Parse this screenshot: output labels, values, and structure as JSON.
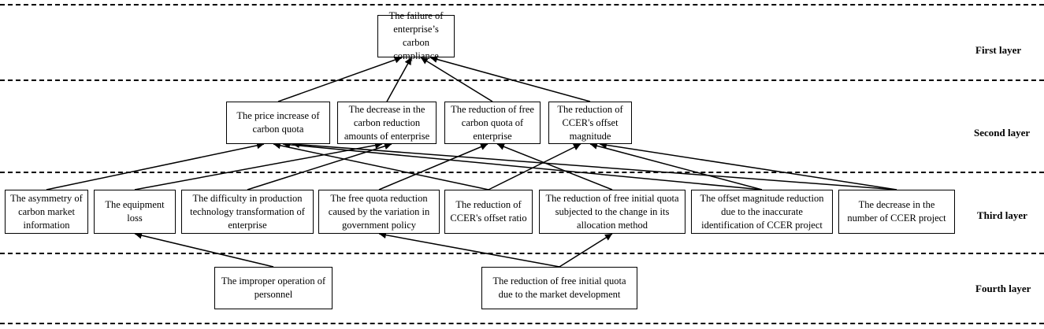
{
  "layers": {
    "first": "First layer",
    "second": "Second layer",
    "third": "Third layer",
    "fourth": "Fourth layer"
  },
  "nodes": {
    "root": "The failure of enterprise’s carbon compliance",
    "price_increase": "The price increase of carbon quota",
    "decrease_reduction_amounts": "The decrease in the carbon reduction amounts of enterprise",
    "reduction_free_quota": "The reduction of free carbon quota of enterprise",
    "reduction_ccer_magnitude": "The reduction of CCER's offset magnitude",
    "asymmetry_info": "The asymmetry of carbon market information",
    "equipment_loss": "The equipment loss",
    "difficulty_production": "The difficulty in production technology transformation of enterprise",
    "free_quota_policy": "The free quota reduction caused by the variation in government policy",
    "ccer_offset_ratio": "The reduction of CCER's offset ratio",
    "free_quota_allocation": "The reduction of free initial quota subjected to the change in its allocation method",
    "offset_identification": "The offset magnitude reduction due to the inaccurate identification of CCER project",
    "decrease_ccer_projects": "The decrease in the number of CCER project",
    "improper_operation": "The improper operation of personnel",
    "market_development": "The reduction of free initial quota due to the market development"
  },
  "edges": [
    {
      "from": "price_increase",
      "to": "root"
    },
    {
      "from": "decrease_reduction_amounts",
      "to": "root"
    },
    {
      "from": "reduction_free_quota",
      "to": "root"
    },
    {
      "from": "reduction_ccer_magnitude",
      "to": "root"
    },
    {
      "from": "asymmetry_info",
      "to": "price_increase"
    },
    {
      "from": "ccer_offset_ratio",
      "to": "price_increase"
    },
    {
      "from": "offset_identification",
      "to": "price_increase"
    },
    {
      "from": "decrease_ccer_projects",
      "to": "price_increase"
    },
    {
      "from": "equipment_loss",
      "to": "decrease_reduction_amounts"
    },
    {
      "from": "difficulty_production",
      "to": "decrease_reduction_amounts"
    },
    {
      "from": "free_quota_policy",
      "to": "reduction_free_quota"
    },
    {
      "from": "free_quota_allocation",
      "to": "reduction_free_quota"
    },
    {
      "from": "ccer_offset_ratio",
      "to": "reduction_ccer_magnitude"
    },
    {
      "from": "offset_identification",
      "to": "reduction_ccer_magnitude"
    },
    {
      "from": "decrease_ccer_projects",
      "to": "reduction_ccer_magnitude"
    },
    {
      "from": "improper_operation",
      "to": "equipment_loss"
    },
    {
      "from": "market_development",
      "to": "free_quota_policy"
    },
    {
      "from": "market_development",
      "to": "free_quota_allocation"
    }
  ]
}
